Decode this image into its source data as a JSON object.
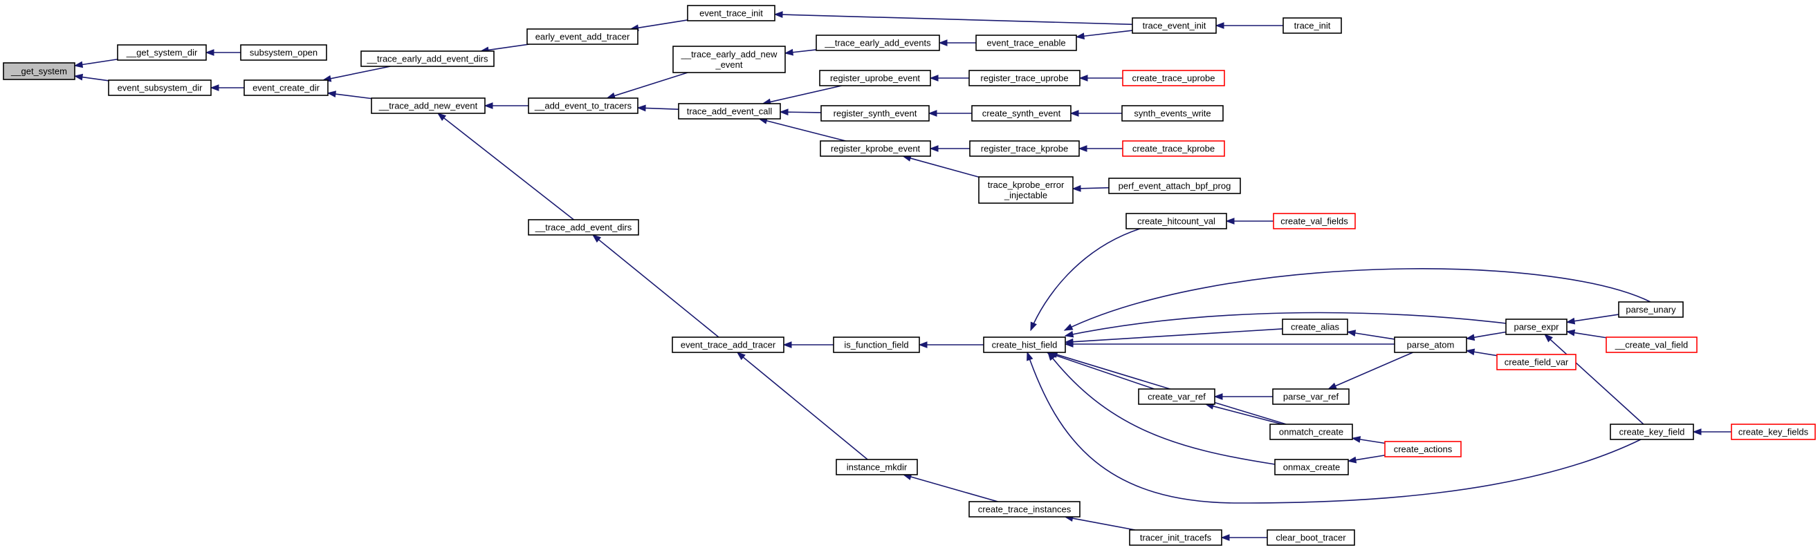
{
  "graph": {
    "title": "",
    "colors": {
      "edge": "#191970",
      "root_fill": "#bfbfbf",
      "node_border": "#000000",
      "truncated_border": "#ff0000"
    },
    "nodes": [
      {
        "id": "get_system",
        "lines": [
          "__get_system"
        ],
        "kind": "root"
      },
      {
        "id": "get_system_dir",
        "lines": [
          "__get_system_dir"
        ]
      },
      {
        "id": "subsystem_open",
        "lines": [
          "subsystem_open"
        ]
      },
      {
        "id": "event_subsystem_dir",
        "lines": [
          "event_subsystem_dir"
        ]
      },
      {
        "id": "event_create_dir",
        "lines": [
          "event_create_dir"
        ]
      },
      {
        "id": "trace_early_add_event_dirs",
        "lines": [
          "__trace_early_add_event_dirs"
        ]
      },
      {
        "id": "early_event_add_tracer",
        "lines": [
          "early_event_add_tracer"
        ]
      },
      {
        "id": "event_trace_init",
        "lines": [
          "event_trace_init"
        ]
      },
      {
        "id": "trace_event_init",
        "lines": [
          "trace_event_init"
        ]
      },
      {
        "id": "trace_init",
        "lines": [
          "trace_init"
        ]
      },
      {
        "id": "trace_add_new_event",
        "lines": [
          "__trace_add_new_event"
        ]
      },
      {
        "id": "add_event_to_tracers",
        "lines": [
          "__add_event_to_tracers"
        ]
      },
      {
        "id": "trace_early_add_new_event",
        "lines": [
          "__trace_early_add_new",
          "_event"
        ]
      },
      {
        "id": "trace_early_add_events",
        "lines": [
          "__trace_early_add_events"
        ]
      },
      {
        "id": "event_trace_enable",
        "lines": [
          "event_trace_enable"
        ]
      },
      {
        "id": "trace_add_event_call",
        "lines": [
          "trace_add_event_call"
        ]
      },
      {
        "id": "register_uprobe_event",
        "lines": [
          "register_uprobe_event"
        ]
      },
      {
        "id": "register_trace_uprobe",
        "lines": [
          "register_trace_uprobe"
        ]
      },
      {
        "id": "create_trace_uprobe",
        "lines": [
          "create_trace_uprobe"
        ],
        "kind": "truncated"
      },
      {
        "id": "register_synth_event",
        "lines": [
          "register_synth_event"
        ]
      },
      {
        "id": "create_synth_event",
        "lines": [
          "create_synth_event"
        ]
      },
      {
        "id": "synth_events_write",
        "lines": [
          "synth_events_write"
        ]
      },
      {
        "id": "register_kprobe_event",
        "lines": [
          "register_kprobe_event"
        ]
      },
      {
        "id": "register_trace_kprobe",
        "lines": [
          "register_trace_kprobe"
        ]
      },
      {
        "id": "create_trace_kprobe",
        "lines": [
          "create_trace_kprobe"
        ],
        "kind": "truncated"
      },
      {
        "id": "trace_kprobe_error_injectable",
        "lines": [
          "trace_kprobe_error",
          "_injectable"
        ]
      },
      {
        "id": "perf_event_attach_bpf_prog",
        "lines": [
          "perf_event_attach_bpf_prog"
        ]
      },
      {
        "id": "trace_add_event_dirs",
        "lines": [
          "__trace_add_event_dirs"
        ]
      },
      {
        "id": "event_trace_add_tracer",
        "lines": [
          "event_trace_add_tracer"
        ]
      },
      {
        "id": "is_function_field",
        "lines": [
          "is_function_field"
        ]
      },
      {
        "id": "create_hist_field",
        "lines": [
          "create_hist_field"
        ]
      },
      {
        "id": "create_hitcount_val",
        "lines": [
          "create_hitcount_val"
        ]
      },
      {
        "id": "create_val_fields",
        "lines": [
          "create_val_fields"
        ],
        "kind": "truncated"
      },
      {
        "id": "create_alias",
        "lines": [
          "create_alias"
        ]
      },
      {
        "id": "parse_atom",
        "lines": [
          "parse_atom"
        ]
      },
      {
        "id": "parse_expr",
        "lines": [
          "parse_expr"
        ]
      },
      {
        "id": "parse_unary",
        "lines": [
          "parse_unary"
        ]
      },
      {
        "id": "create_val_field",
        "lines": [
          "__create_val_field"
        ],
        "kind": "truncated"
      },
      {
        "id": "create_field_var",
        "lines": [
          "create_field_var"
        ],
        "kind": "truncated"
      },
      {
        "id": "create_var_ref",
        "lines": [
          "create_var_ref"
        ]
      },
      {
        "id": "parse_var_ref",
        "lines": [
          "parse_var_ref"
        ]
      },
      {
        "id": "onmatch_create",
        "lines": [
          "onmatch_create"
        ]
      },
      {
        "id": "create_actions",
        "lines": [
          "create_actions"
        ],
        "kind": "truncated"
      },
      {
        "id": "onmax_create",
        "lines": [
          "onmax_create"
        ]
      },
      {
        "id": "create_key_field",
        "lines": [
          "create_key_field"
        ]
      },
      {
        "id": "create_key_fields",
        "lines": [
          "create_key_fields"
        ],
        "kind": "truncated"
      },
      {
        "id": "instance_mkdir",
        "lines": [
          "instance_mkdir"
        ]
      },
      {
        "id": "create_trace_instances",
        "lines": [
          "create_trace_instances"
        ]
      },
      {
        "id": "tracer_init_tracefs",
        "lines": [
          "tracer_init_tracefs"
        ]
      },
      {
        "id": "clear_boot_tracer",
        "lines": [
          "clear_boot_tracer"
        ]
      }
    ],
    "edges": [
      [
        "get_system_dir",
        "get_system"
      ],
      [
        "event_subsystem_dir",
        "get_system"
      ],
      [
        "subsystem_open",
        "get_system_dir"
      ],
      [
        "event_create_dir",
        "event_subsystem_dir"
      ],
      [
        "trace_early_add_event_dirs",
        "event_create_dir"
      ],
      [
        "trace_add_new_event",
        "event_create_dir"
      ],
      [
        "early_event_add_tracer",
        "trace_early_add_event_dirs"
      ],
      [
        "event_trace_init",
        "early_event_add_tracer"
      ],
      [
        "trace_event_init",
        "event_trace_init"
      ],
      [
        "trace_init",
        "trace_event_init"
      ],
      [
        "add_event_to_tracers",
        "trace_add_new_event"
      ],
      [
        "trace_add_event_dirs",
        "trace_add_new_event"
      ],
      [
        "trace_early_add_new_event",
        "add_event_to_tracers"
      ],
      [
        "trace_add_event_call",
        "add_event_to_tracers"
      ],
      [
        "trace_early_add_events",
        "trace_early_add_new_event"
      ],
      [
        "event_trace_enable",
        "trace_early_add_events"
      ],
      [
        "trace_event_init",
        "event_trace_enable"
      ],
      [
        "register_uprobe_event",
        "trace_add_event_call"
      ],
      [
        "register_synth_event",
        "trace_add_event_call"
      ],
      [
        "register_kprobe_event",
        "trace_add_event_call"
      ],
      [
        "register_trace_uprobe",
        "register_uprobe_event"
      ],
      [
        "create_trace_uprobe",
        "register_trace_uprobe"
      ],
      [
        "create_synth_event",
        "register_synth_event"
      ],
      [
        "synth_events_write",
        "create_synth_event"
      ],
      [
        "register_trace_kprobe",
        "register_kprobe_event"
      ],
      [
        "trace_kprobe_error_injectable",
        "register_kprobe_event"
      ],
      [
        "create_trace_kprobe",
        "register_trace_kprobe"
      ],
      [
        "perf_event_attach_bpf_prog",
        "trace_kprobe_error_injectable"
      ],
      [
        "event_trace_add_tracer",
        "trace_add_event_dirs"
      ],
      [
        "is_function_field",
        "event_trace_add_tracer"
      ],
      [
        "instance_mkdir",
        "event_trace_add_tracer"
      ],
      [
        "create_hist_field",
        "is_function_field"
      ],
      [
        "create_hitcount_val",
        "create_hist_field"
      ],
      [
        "parse_unary",
        "create_hist_field"
      ],
      [
        "parse_expr",
        "create_hist_field"
      ],
      [
        "create_alias",
        "create_hist_field"
      ],
      [
        "parse_atom",
        "create_hist_field"
      ],
      [
        "create_var_ref",
        "create_hist_field"
      ],
      [
        "onmatch_create",
        "create_hist_field"
      ],
      [
        "onmax_create",
        "create_hist_field"
      ],
      [
        "create_key_field",
        "create_hist_field"
      ],
      [
        "create_val_fields",
        "create_hitcount_val"
      ],
      [
        "parse_atom",
        "create_alias"
      ],
      [
        "parse_expr",
        "parse_atom"
      ],
      [
        "parse_unary",
        "parse_expr"
      ],
      [
        "create_val_field",
        "parse_expr"
      ],
      [
        "create_field_var",
        "parse_atom"
      ],
      [
        "create_key_field",
        "parse_expr"
      ],
      [
        "parse_var_ref",
        "create_var_ref"
      ],
      [
        "onmatch_create",
        "create_var_ref"
      ],
      [
        "parse_atom",
        "parse_var_ref"
      ],
      [
        "create_actions",
        "onmatch_create"
      ],
      [
        "create_actions",
        "onmax_create"
      ],
      [
        "create_key_fields",
        "create_key_field"
      ],
      [
        "create_trace_instances",
        "instance_mkdir"
      ],
      [
        "tracer_init_tracefs",
        "create_trace_instances"
      ],
      [
        "clear_boot_tracer",
        "tracer_init_tracefs"
      ]
    ]
  }
}
